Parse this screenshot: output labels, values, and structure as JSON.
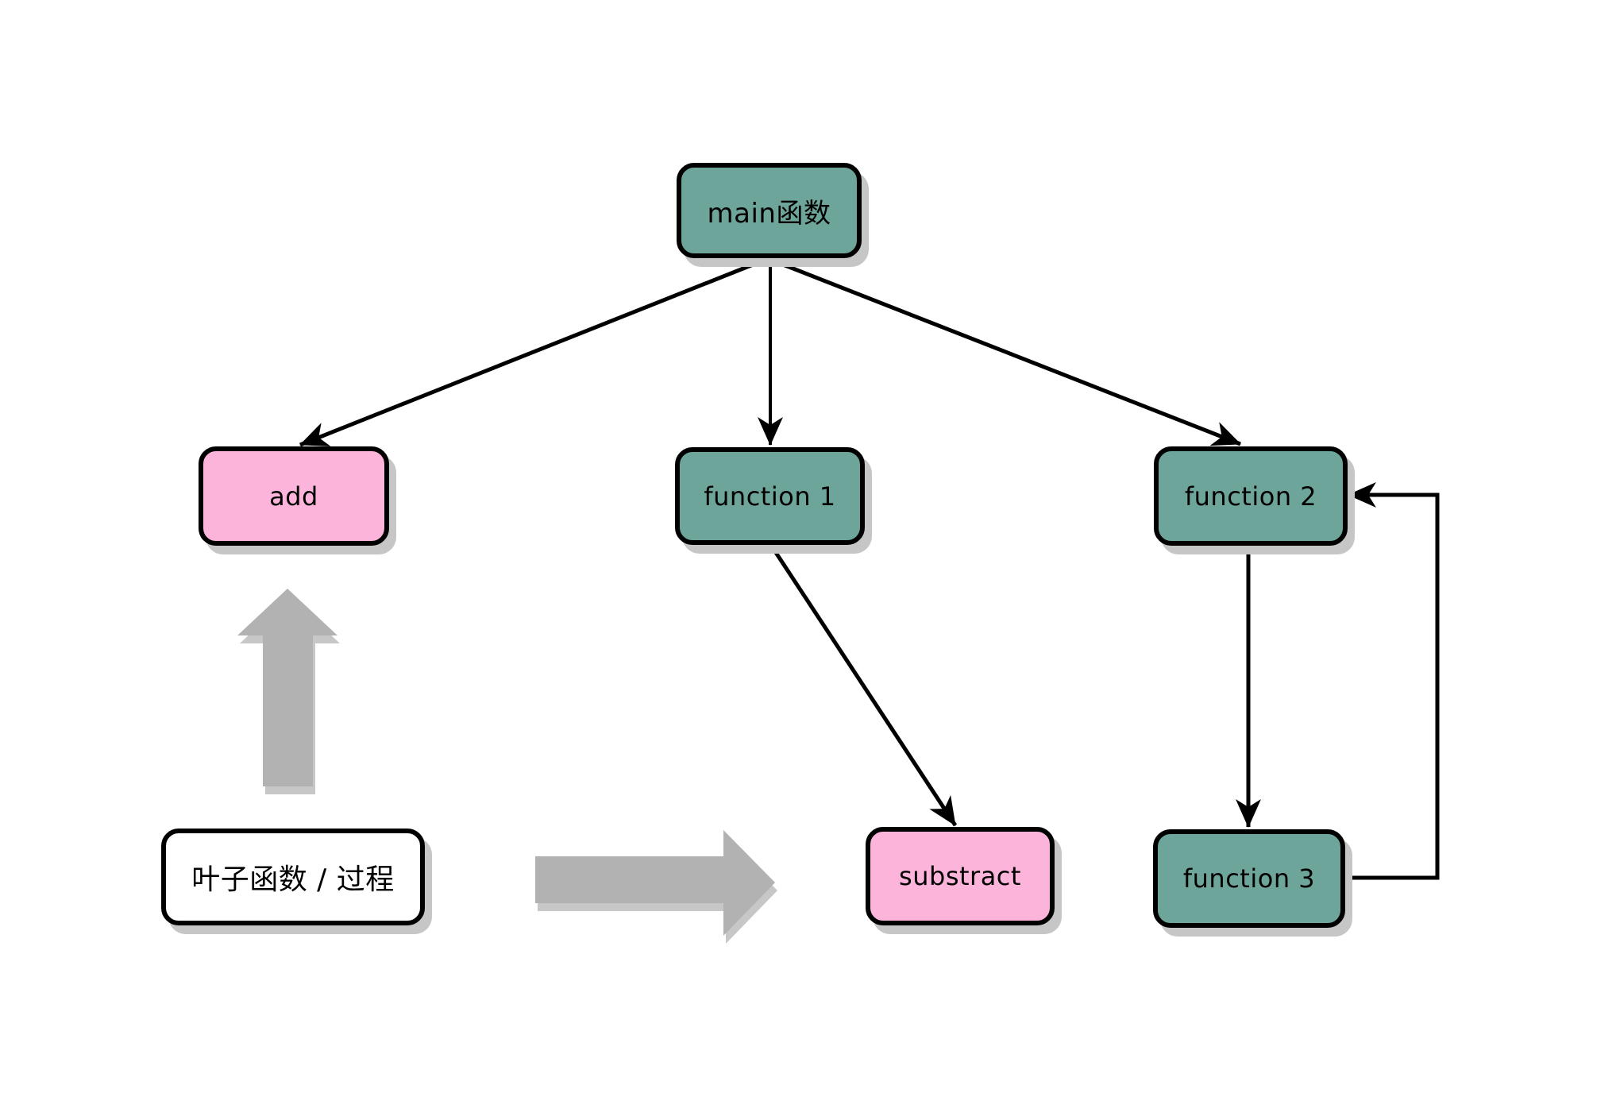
{
  "diagram": {
    "nodes": {
      "main": {
        "label": "main函数",
        "type": "function"
      },
      "add": {
        "label": "add",
        "type": "leaf"
      },
      "function1": {
        "label": "function 1",
        "type": "function"
      },
      "function2": {
        "label": "function 2",
        "type": "function"
      },
      "substract": {
        "label": "substract",
        "type": "leaf"
      },
      "function3": {
        "label": "function 3",
        "type": "function"
      }
    },
    "legend": {
      "label": "叶子函数 / 过程"
    },
    "edges": [
      {
        "from": "main函数",
        "to": "add"
      },
      {
        "from": "main函数",
        "to": "function 1"
      },
      {
        "from": "main函数",
        "to": "function 2"
      },
      {
        "from": "function 1",
        "to": "substract"
      },
      {
        "from": "function 2",
        "to": "function 3"
      },
      {
        "from": "function 3",
        "to": "function 2",
        "kind": "loop-back"
      }
    ],
    "legend_pointers": [
      {
        "direction": "up",
        "target": "add"
      },
      {
        "direction": "right",
        "target": "substract"
      }
    ],
    "colors": {
      "function_node_fill": "#6EA59A",
      "leaf_node_fill": "#FCB4DB",
      "legend_fill": "#FFFFFF",
      "node_border": "#000000",
      "connector": "#000000",
      "gray_arrow_fill": "#B2B2B2",
      "shadow": "#C6C6C6",
      "background": "#FFFFFF"
    }
  }
}
